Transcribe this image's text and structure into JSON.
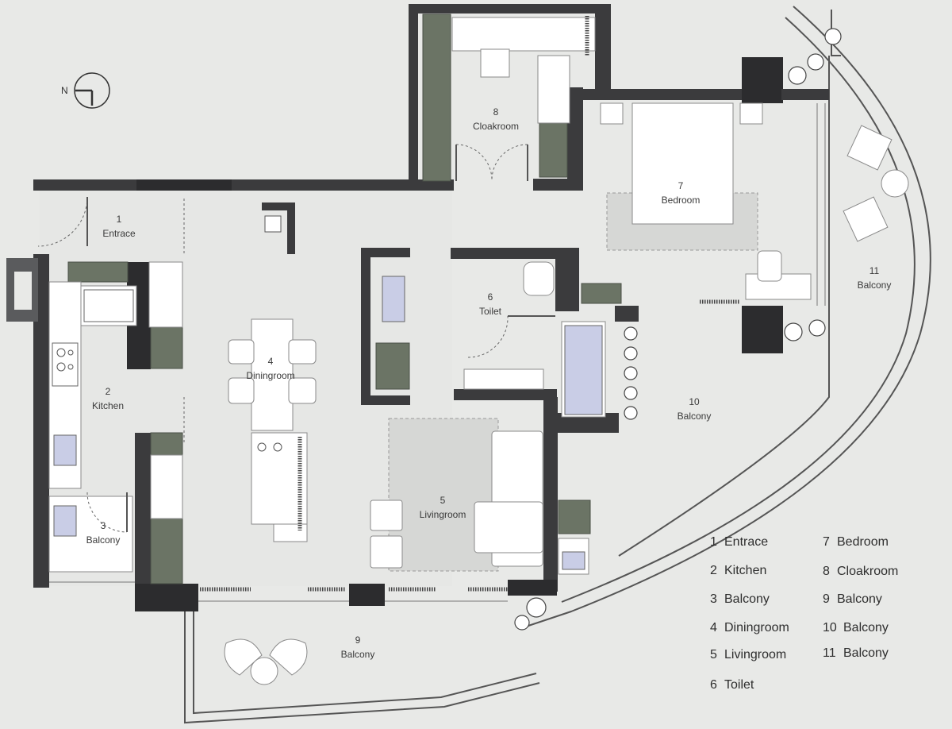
{
  "compass": {
    "label": "N"
  },
  "rooms": [
    {
      "number": "1",
      "name": "Entrace"
    },
    {
      "number": "2",
      "name": "Kitchen"
    },
    {
      "number": "3",
      "name": "Balcony"
    },
    {
      "number": "4",
      "name": "Diningroom"
    },
    {
      "number": "5",
      "name": "Livingroom"
    },
    {
      "number": "6",
      "name": "Toilet"
    },
    {
      "number": "7",
      "name": "Bedroom"
    },
    {
      "number": "8",
      "name": "Cloakroom"
    },
    {
      "number": "9",
      "name": "Balcony"
    },
    {
      "number": "10",
      "name": "Balcony"
    },
    {
      "number": "11",
      "name": "Balcony"
    }
  ],
  "legend": [
    {
      "number": "1",
      "name": "Entrace"
    },
    {
      "number": "2",
      "name": "Kitchen"
    },
    {
      "number": "3",
      "name": "Balcony"
    },
    {
      "number": "4",
      "name": "Diningroom"
    },
    {
      "number": "5",
      "name": "Livingroom"
    },
    {
      "number": "6",
      "name": "Toilet"
    },
    {
      "number": "7",
      "name": "Bedroom"
    },
    {
      "number": "8",
      "name": "Cloakroom"
    },
    {
      "number": "9",
      "name": "Balcony"
    },
    {
      "number": "10",
      "name": "Balcony"
    },
    {
      "number": "11",
      "name": "Balcony"
    }
  ],
  "colors": {
    "background": "#e8e9e7",
    "wall_dark": "#3a3a3c",
    "wall_mid": "#6e6f71",
    "cabinet_green": "#6c7566",
    "furniture_white": "#ffffff",
    "rug_gray": "#d7d8d6",
    "fixture_blue": "#c9cde6"
  }
}
